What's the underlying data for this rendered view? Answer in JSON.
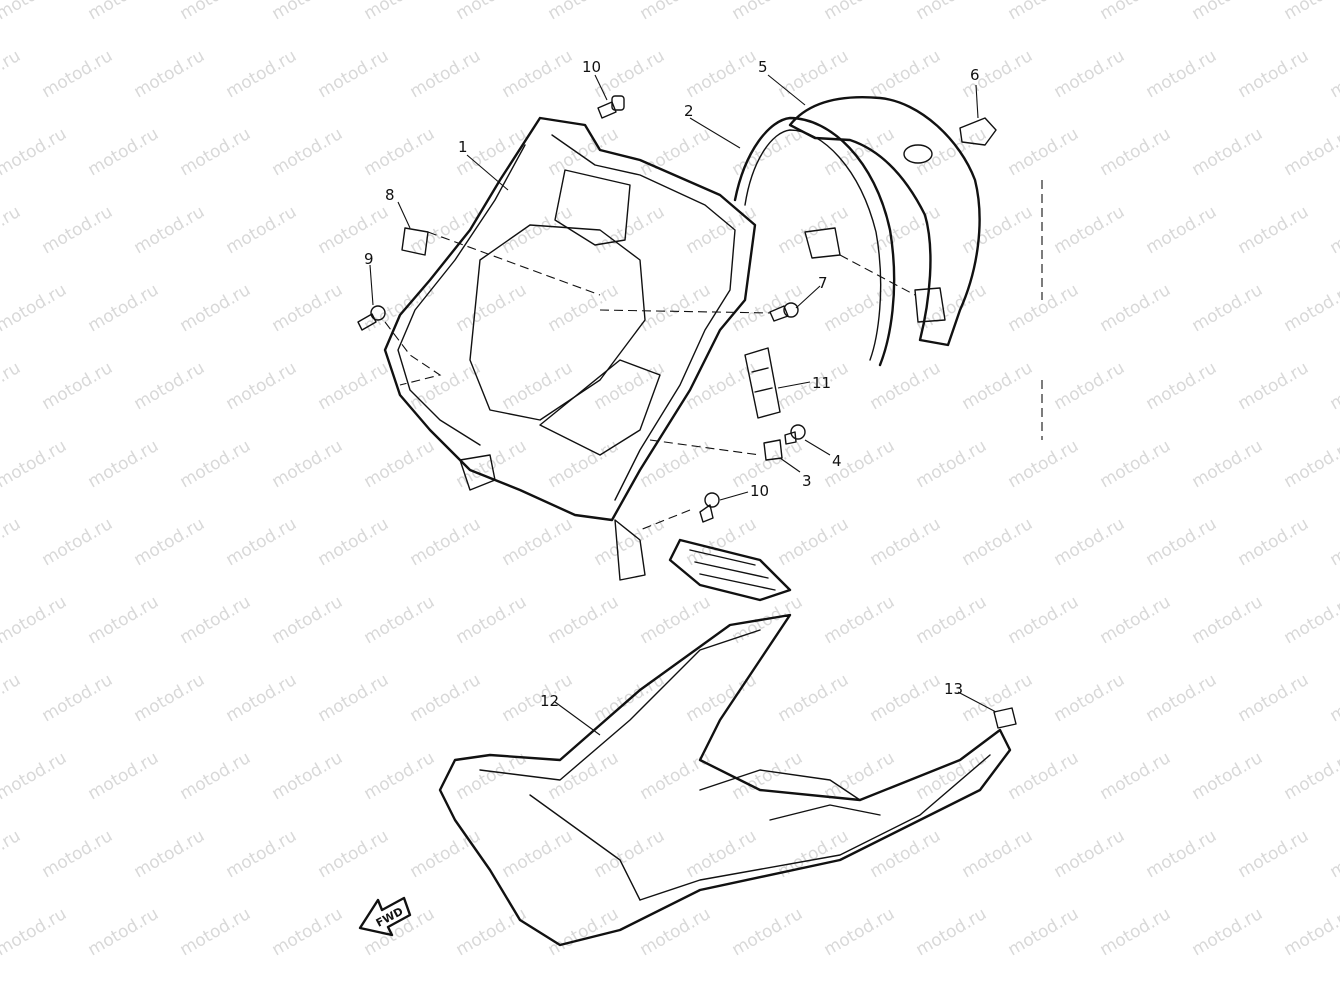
{
  "watermark": {
    "text": "motod.ru",
    "color": "#b9b9b9"
  },
  "line_color": "#111111",
  "background": "#ffffff",
  "callouts": {
    "c1": "1",
    "c2": "2",
    "c3": "3",
    "c4": "4",
    "c5": "5",
    "c6": "6",
    "c7": "7",
    "c8": "8",
    "c9": "9",
    "c10a": "10",
    "c10b": "10",
    "c11": "11",
    "c12": "12",
    "c13": "13"
  },
  "fwd_label": "FWD"
}
